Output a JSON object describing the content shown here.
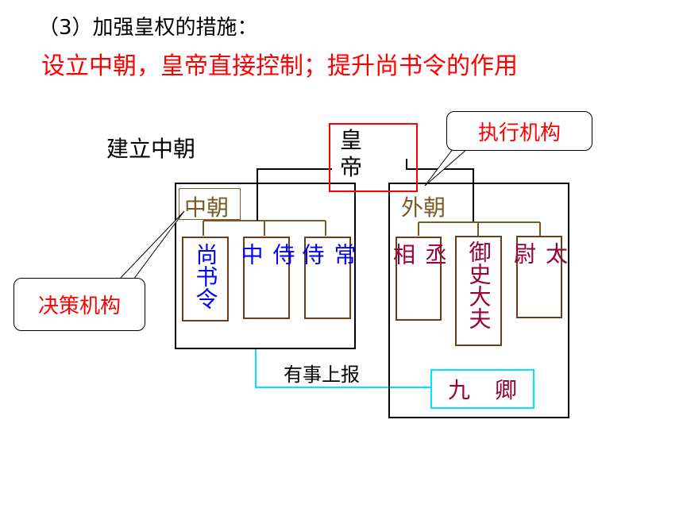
{
  "heading": "（3）加强皇权的措施：",
  "subheading": "设立中朝，皇帝直接控制；提升尚书令的作用",
  "diagram": {
    "build_label": "建立中朝",
    "emperor": "皇帝",
    "inner_court": {
      "title": "中朝",
      "offices": [
        "尚书令",
        "侍中",
        "常侍"
      ]
    },
    "outer_court": {
      "title": "外朝",
      "offices": [
        "丞相",
        "御史大夫",
        "太尉"
      ],
      "nine_ministers": "九 卿"
    },
    "callout_exec": "执行机构",
    "callout_decision": "决策机构",
    "report_label": "有事上报"
  },
  "colors": {
    "accent_red": "#ff0000",
    "inner_office_text": "#0000ff",
    "outer_office_text": "#990033",
    "court_title": "#7a5a24",
    "report_line": "#00e5ff"
  }
}
